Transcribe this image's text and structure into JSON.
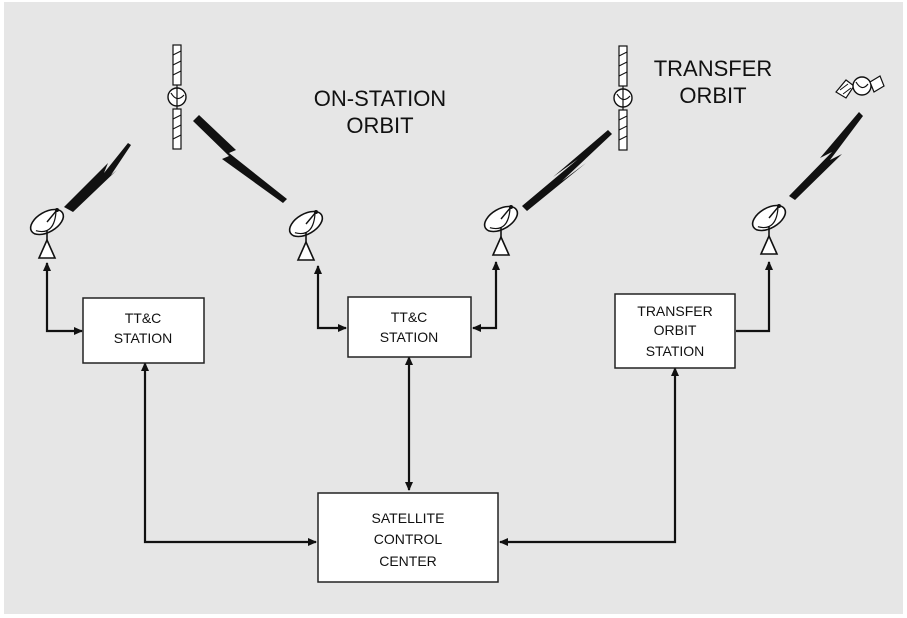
{
  "orbit_labels": {
    "on_station_line1": "ON-STATION",
    "on_station_line2": "ORBIT",
    "transfer_line1": "TRANSFER",
    "transfer_line2": "ORBIT"
  },
  "boxes": {
    "ttc_station_left": [
      "TT&C",
      "STATION"
    ],
    "ttc_station_center": [
      "TT&C",
      "STATION"
    ],
    "transfer_orbit_station": [
      "TRANSFER",
      "ORBIT",
      "STATION"
    ],
    "satellite_control_center": [
      "SATELLITE",
      "CONTROL",
      "CENTER"
    ]
  },
  "colors": {
    "background": "#e6e6e6",
    "ink": "#111111",
    "box_fill": "#ffffff"
  }
}
